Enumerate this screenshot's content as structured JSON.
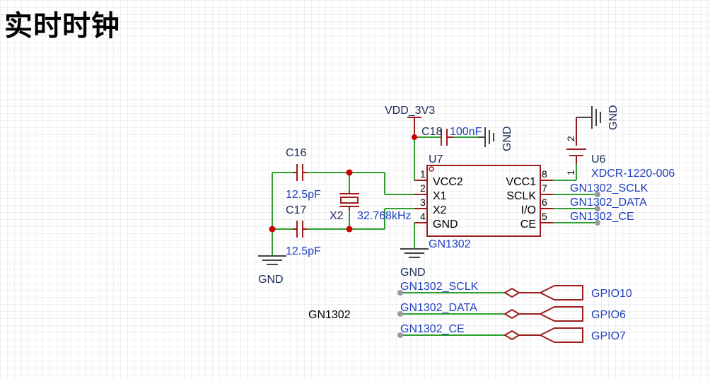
{
  "title": "实时时钟",
  "power_net": "VDD_3V3",
  "ground_label": "GND",
  "chip": {
    "ref": "U7",
    "value": "GN1302",
    "pins_left": [
      {
        "num": "1",
        "name": "VCC2"
      },
      {
        "num": "2",
        "name": "X1"
      },
      {
        "num": "3",
        "name": "X2"
      },
      {
        "num": "4",
        "name": "GND"
      }
    ],
    "pins_right": [
      {
        "num": "8",
        "name": "VCC1"
      },
      {
        "num": "7",
        "name": "SCLK"
      },
      {
        "num": "6",
        "name": "I/O"
      },
      {
        "num": "5",
        "name": "CE"
      }
    ]
  },
  "capacitors": {
    "c18": {
      "ref": "C18",
      "value": "100nF"
    },
    "c16": {
      "ref": "C16",
      "value": "12.5pF"
    },
    "c17": {
      "ref": "C17",
      "value": "12.5pF"
    }
  },
  "crystal": {
    "ref": "X2",
    "value": "32.768kHz"
  },
  "battery": {
    "ref": "U6",
    "value": "XDCR-1220-006",
    "pin_top": "2",
    "pin_bottom": "1"
  },
  "net_labels": {
    "sclk": "GN1302_SCLK",
    "data": "GN1302_DATA",
    "ce": "GN1302_CE"
  },
  "ports": [
    {
      "net": "GN1302_SCLK",
      "gpio": "GPIO10"
    },
    {
      "net": "GN1302_DATA",
      "gpio": "GPIO6"
    },
    {
      "net": "GN1302_CE",
      "gpio": "GPIO7"
    }
  ],
  "caption": "GN1302",
  "colors": {
    "wire": "#2e9e2e",
    "part": "#9a1c1c",
    "label": "#1f3fbf",
    "junction": "#cc0000",
    "grid": "#e2e2e2"
  }
}
